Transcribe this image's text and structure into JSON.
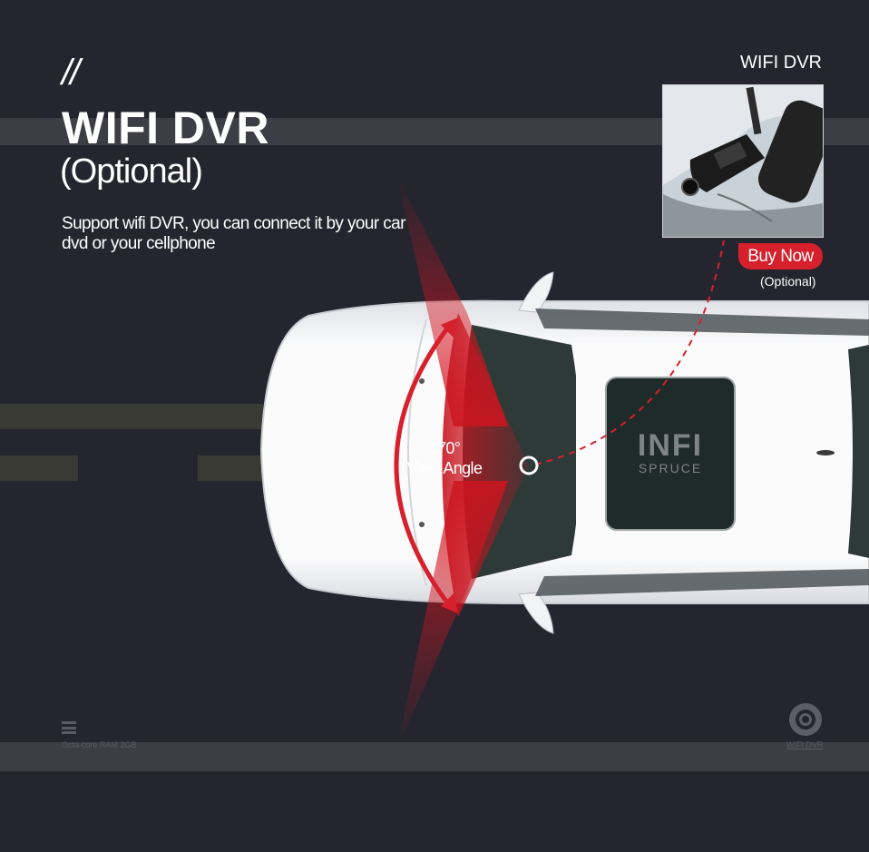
{
  "header": {
    "slashes": "//",
    "title": "WIFI DVR",
    "subtitle": "(Optional)",
    "description": "Support wifi DVR, you can connect it by your car dvd or your cellphone"
  },
  "product": {
    "label": "WIFI DVR",
    "buy_button": "Buy Now",
    "buy_note": "(Optional)"
  },
  "view_angle": {
    "degrees": "170°",
    "label": "View Angle"
  },
  "car": {
    "brand_line1": "INFI",
    "brand_line2": "SPRUCE"
  },
  "footer": {
    "left_label": "Octa-core RAM 2GB",
    "right_label": "WIFI DVR",
    "left_icon": "menu-icon",
    "right_icon": "camera-lens-icon"
  },
  "colors": {
    "background": "#25252f",
    "accent": "#d6202c",
    "car_body": "#f3f4f6"
  }
}
